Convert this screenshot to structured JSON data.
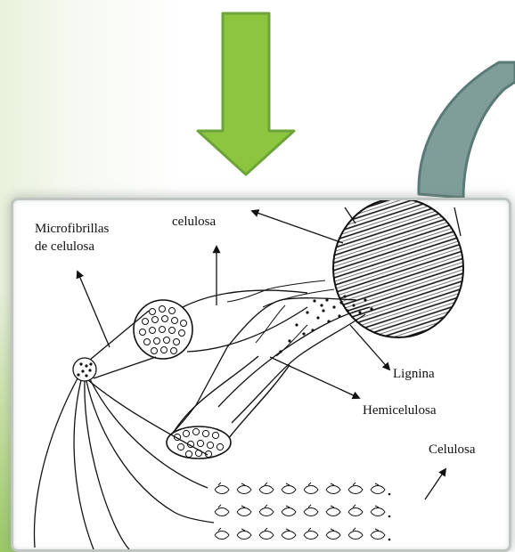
{
  "colors": {
    "down_arrow_fill": "#8cc63f",
    "down_arrow_stroke": "#6da33a",
    "curved_arrow_fill": "#7f9e99",
    "curved_arrow_stroke": "#5a7a75",
    "frame_border": "#bfc6c1",
    "line": "#111111"
  },
  "labels": {
    "microfibrillas_line1": "Microfibrillas",
    "microfibrillas_line2": "de celulosa",
    "celulosa_top": "celulosa",
    "lignina": "Lignina",
    "hemicelulosa": "Hemicelulosa",
    "celulosa_bottom": "Celulosa"
  },
  "icons": [
    "down-arrow-icon",
    "curved-arrow-icon"
  ]
}
